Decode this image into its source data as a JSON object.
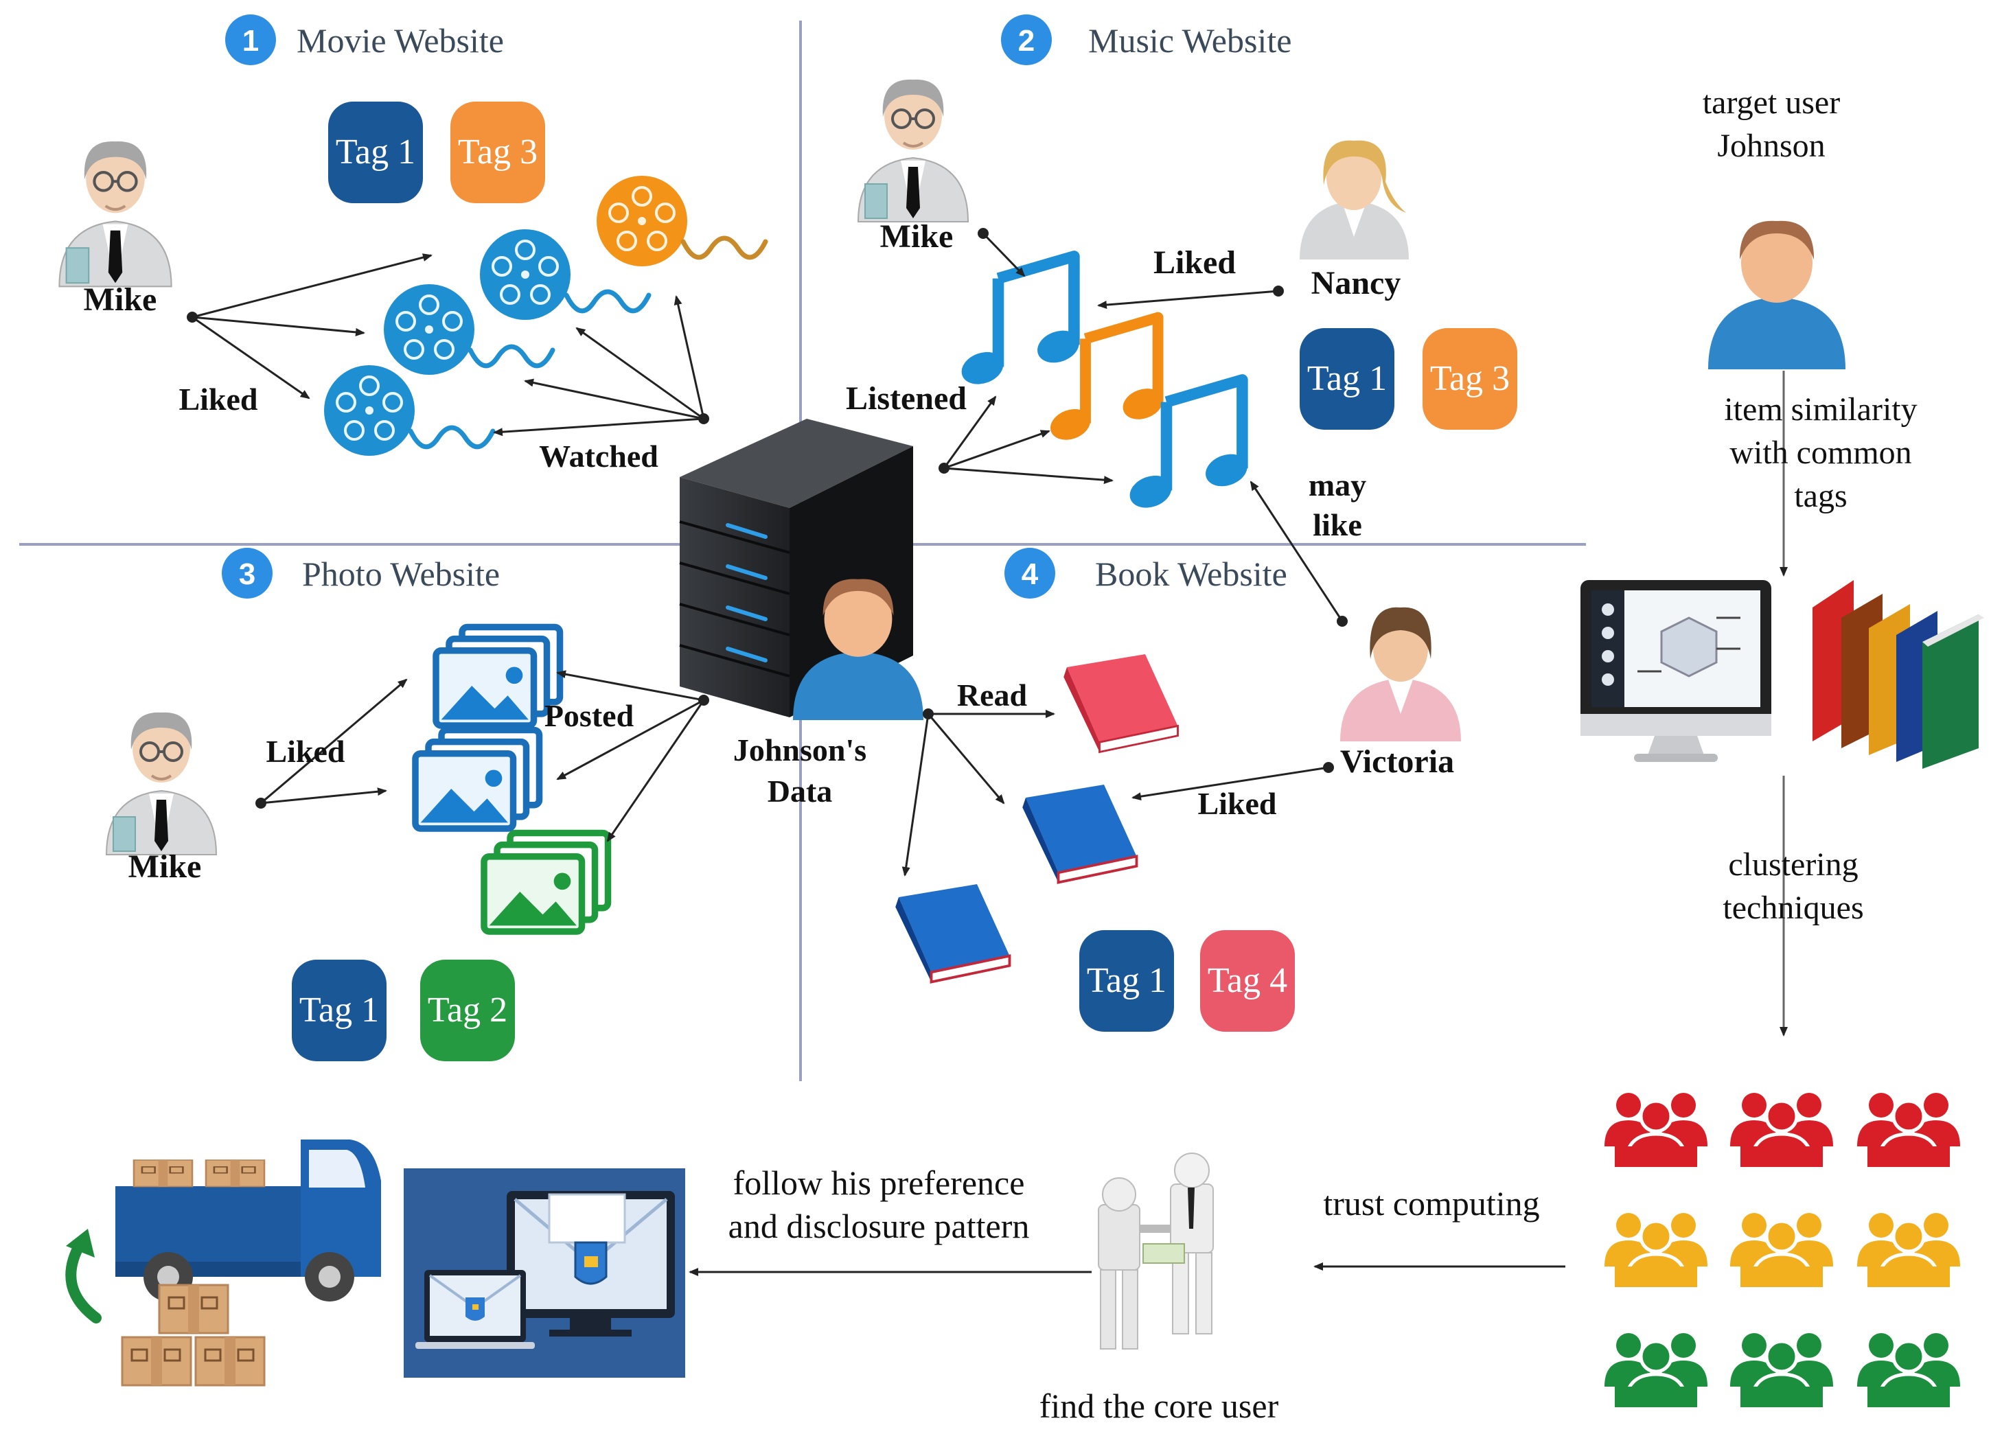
{
  "sections": {
    "movie": {
      "number": "1",
      "title": "Movie Website"
    },
    "music": {
      "number": "2",
      "title": "Music Website"
    },
    "photo": {
      "number": "3",
      "title": "Photo Website"
    },
    "book": {
      "number": "4",
      "title": "Book Website"
    }
  },
  "users": {
    "mike": "Mike",
    "nancy": "Nancy",
    "victoria": "Victoria"
  },
  "actions": {
    "liked": "Liked",
    "watched": "Watched",
    "listened": "Listened",
    "may_like_1": "may",
    "may_like_2": "like",
    "posted": "Posted",
    "read": "Read"
  },
  "tags": {
    "tag1": "Tag 1",
    "tag2": "Tag 2",
    "tag3": "Tag 3",
    "tag4": "Tag 4"
  },
  "center": {
    "line1": "Johnson's",
    "line2": "Data"
  },
  "pipeline": {
    "target_line1": "target user",
    "target_line2": "Johnson",
    "similarity_line1": "item similarity",
    "similarity_line2": "with common",
    "similarity_line3": "tags",
    "clustering_line1": "clustering",
    "clustering_line2": "techniques",
    "trust": "trust computing",
    "core_user": "find the core user",
    "follow_line1": "follow his preference",
    "follow_line2": "and disclosure pattern"
  },
  "colors": {
    "divider": "#9a9fc4",
    "tag_navy": "#1a5796",
    "tag_orange": "#f4923c",
    "tag_green": "#259a40",
    "tag_pink": "#e9596a",
    "film_blue": "#1e8fd0",
    "film_orange": "#f39419",
    "badge_blue": "#2d8fe3",
    "group_red": "#d81e26",
    "group_yellow": "#f2b01e",
    "group_green": "#1c8f3e"
  },
  "icons": [
    "person-icon",
    "film-reel-icon",
    "music-note-icon",
    "photo-stack-icon",
    "book-icon",
    "server-icon",
    "monitor-icon",
    "bookshelf-icon",
    "user-group-icon",
    "truck-icon",
    "secure-mail-icon",
    "handshake-icon"
  ]
}
